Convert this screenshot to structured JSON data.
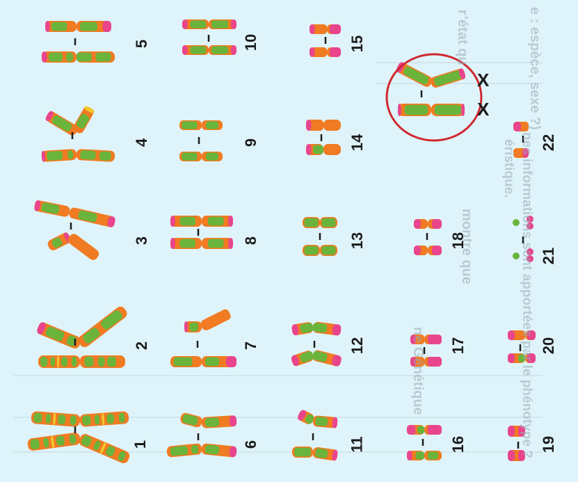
{
  "background": {
    "panel": "#dff4fa",
    "page": "#ffffff"
  },
  "colors": {
    "orange": "#f07b22",
    "green": "#6ab43c",
    "pink": "#e8458c",
    "yellow": "#f2c82e",
    "circle": "#d0282e",
    "ink": "#1c1c1c"
  },
  "chromosome_labels": [
    "1",
    "2",
    "3",
    "4",
    "5",
    "6",
    "7",
    "8",
    "9",
    "10",
    "11",
    "12",
    "13",
    "14",
    "15",
    "16",
    "17",
    "18",
    "19",
    "20",
    "21",
    "22"
  ],
  "sex_labels": [
    "X",
    "X"
  ],
  "bleed_text": [
    "e : espèce, sexe ?)",
    "r’état qu",
    "nes informations sont apportées par le phénotype ?",
    "éristique.",
    "montre que",
    "ne  Génétique"
  ],
  "karyotype_description_icons": {
    "circle": "circle-icon",
    "centromere": "centromere-icon"
  }
}
